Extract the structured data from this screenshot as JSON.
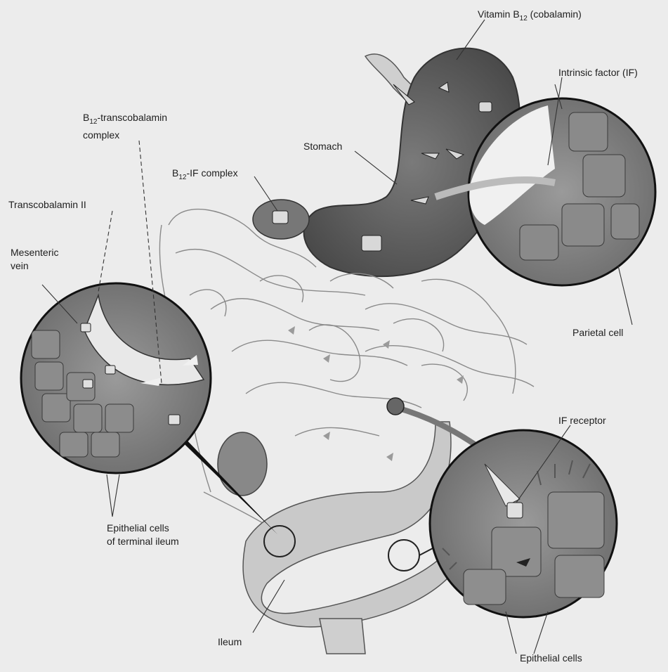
{
  "labels": {
    "vitamin_b12": "Vitamin B",
    "vitamin_b12_sub": "12",
    "vitamin_b12_rest": " (cobalamin)",
    "intrinsic_factor": "Intrinsic factor (IF)",
    "stomach": "Stomach",
    "b12_tc_line1_pre": "B",
    "b12_tc_sub": "12",
    "b12_tc_line1_post": "-transcobalamin",
    "b12_tc_line2": "complex",
    "b12_if_pre": "B",
    "b12_if_sub": "12",
    "b12_if_post": "-IF complex",
    "transcobalamin": "Transcobalamin II",
    "mesenteric_line1": "Mesenteric",
    "mesenteric_line2": "vein",
    "parietal_cell": "Parietal cell",
    "if_receptor": "IF receptor",
    "epithelial_ileum_line1": "Epithelial cells",
    "epithelial_ileum_line2": "of terminal ileum",
    "ileum": "Ileum",
    "epithelial_cells": "Epithelial cells"
  }
}
